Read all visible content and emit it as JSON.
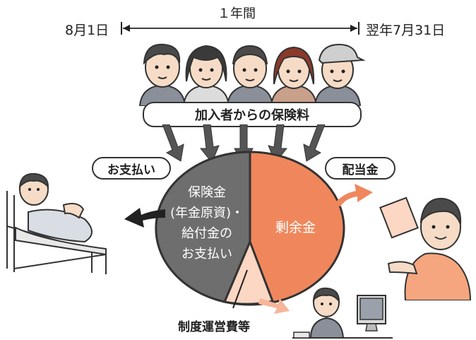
{
  "timeline": {
    "start_label": "8月1日",
    "period_label": "１年間",
    "end_label": "翌年7月31日"
  },
  "contributors": {
    "label": "加入者からの保険料"
  },
  "pie": {
    "left_lines": [
      "保険金",
      "(年金原資)・",
      "給付金の",
      "お支払い"
    ],
    "right_label": "剰余金",
    "bottom_label": "制度運営費等",
    "colors": {
      "left": "#6e6e6e",
      "right": "#f0875c",
      "bottom": "#fbd7c4",
      "border": "#333333"
    }
  },
  "outflows": {
    "payment_label": "お支払い",
    "dividend_label": "配当金"
  },
  "icons": [
    "person-icon",
    "patient-in-bed-icon",
    "man-with-envelope-icon",
    "office-worker-icon",
    "arrow-icon"
  ]
}
